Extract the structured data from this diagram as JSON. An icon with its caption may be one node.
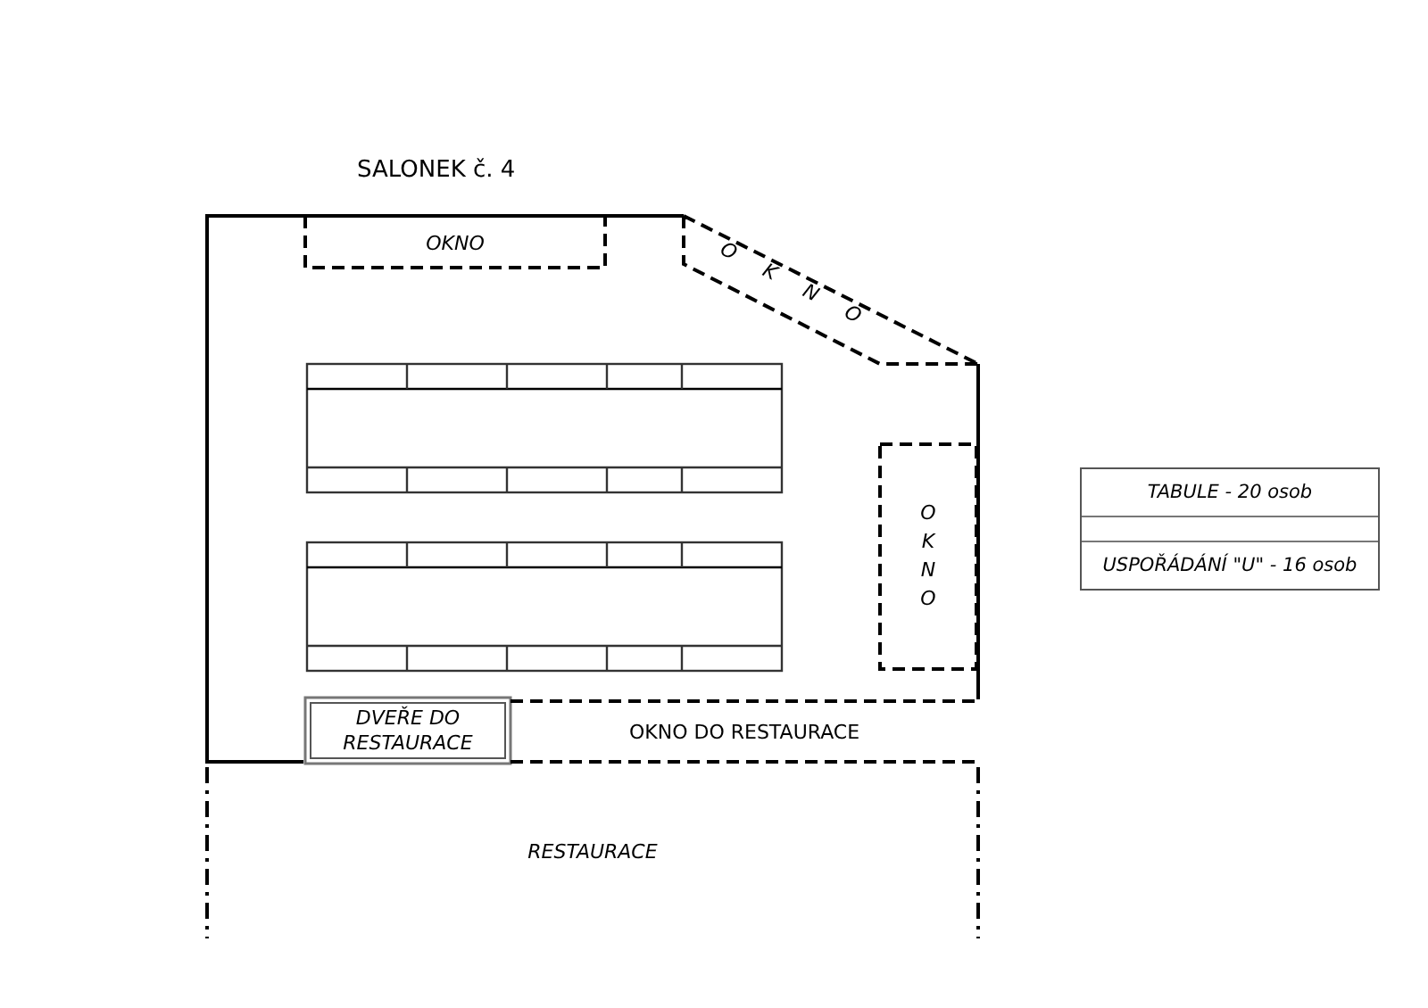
{
  "diagram": {
    "title": "SALONEK č. 4",
    "nodes": [
      {
        "text": [
          "OKNO"
        ]
      },
      {
        "text": [
          "OKNO"
        ]
      },
      {
        "text": [
          "OKNO"
        ]
      },
      {
        "text": [
          "DVEŘE DO RESTAURACE"
        ]
      },
      {
        "text": [
          "OKNO DO RESTAURACE"
        ]
      },
      {
        "text": [
          "RESTAURACE"
        ]
      }
    ],
    "labels": [
      "TABULE - 20 osob",
      "USPOŘÁDÁNÍ \"U\" - 16 osob"
    ]
  }
}
